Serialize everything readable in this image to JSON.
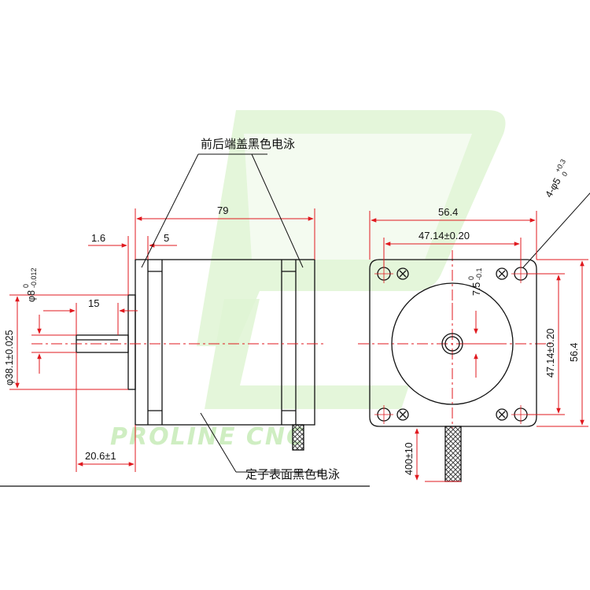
{
  "colors": {
    "outline": "#111111",
    "dimension": "#e0191f",
    "watermark": "#bdeaa9",
    "cable": "#555555"
  },
  "watermark": {
    "text": "PROLINE CNC"
  },
  "notes": {
    "end_cover": "前后端盖黑色电泳",
    "stator": "定子表面黑色电泳"
  },
  "dimensions": {
    "body_length": "79",
    "flange_thickness": "1.6",
    "cover_offset": "5",
    "shaft_length": "15",
    "shaft_to_end": "20.6±1",
    "shaft_diameter": "φ8",
    "shaft_diameter_tol_upper": "0",
    "shaft_diameter_tol_lower": "-0.012",
    "pilot_diameter": "φ38.1±0.025",
    "frame_width": "56.4",
    "hole_spacing_h": "47.14±0.20",
    "hole_spacing_v": "47.14±0.20",
    "frame_height": "56.4",
    "mount_holes": "4-φ5",
    "mount_holes_tol_upper": "+0.3",
    "mount_holes_tol_lower": "0",
    "flat_depth": "7.5",
    "flat_depth_tol_upper": "0",
    "flat_depth_tol_lower": "-0.1",
    "cable_length": "400±10"
  }
}
